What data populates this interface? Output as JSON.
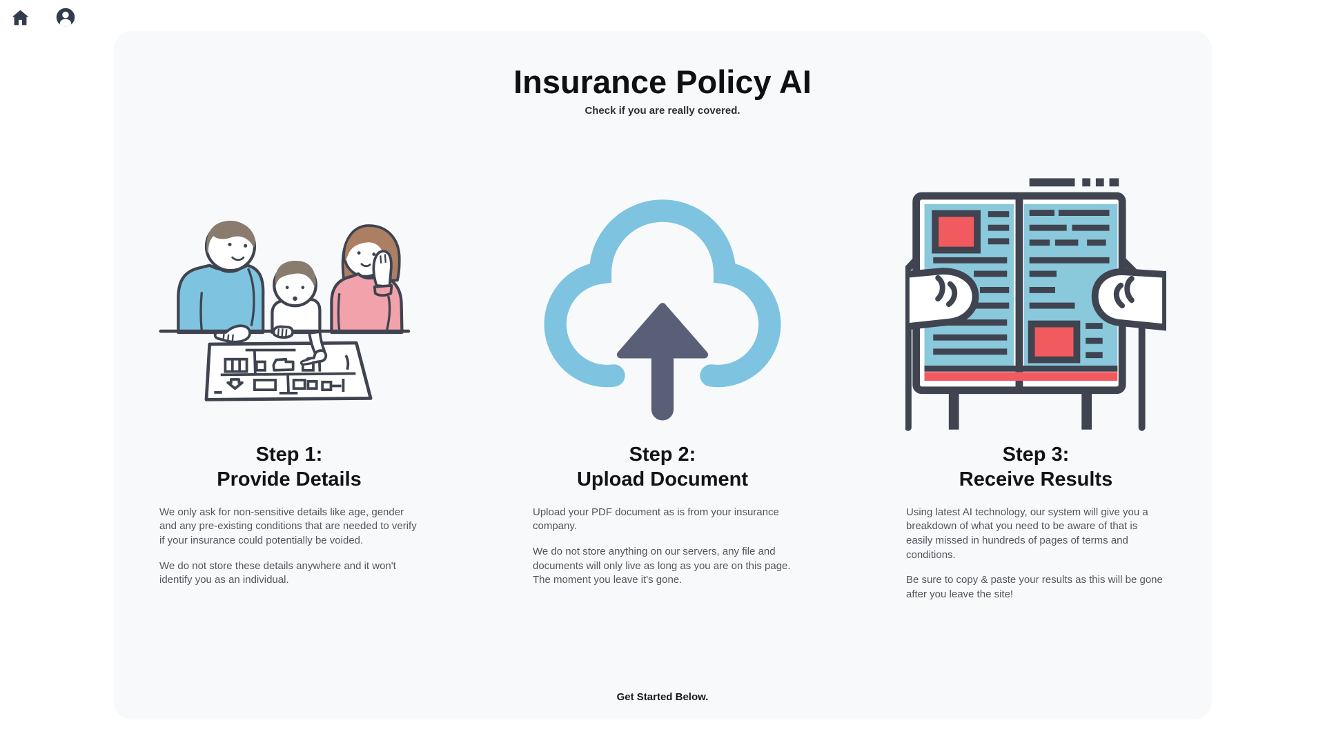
{
  "nav": {
    "home_icon": "home-icon",
    "account_icon": "account-circle-icon"
  },
  "hero": {
    "title": "Insurance Policy AI",
    "subtitle": "Check if you are really covered."
  },
  "steps": [
    {
      "heading_line1": "Step 1:",
      "heading_line2": "Provide Details",
      "illustration": "family-reviewing-document",
      "paragraphs": [
        "We only ask for non-sensitive details like age, gender and any pre-existing conditions that are needed to verify if your insurance could potentially be voided.",
        "We do not store these details anywhere and it won't identify you as an individual."
      ]
    },
    {
      "heading_line1": "Step 2:",
      "heading_line2": "Upload Document",
      "illustration": "cloud-upload",
      "paragraphs": [
        "Upload your PDF document as is from your insurance company.",
        "We do not store anything on our servers, any file and documents will only live as long as you are on this page. The moment you leave it's gone."
      ]
    },
    {
      "heading_line1": "Step 3:",
      "heading_line2": "Receive Results",
      "illustration": "reading-results-document",
      "paragraphs": [
        "Using latest AI technology, our system will give you a breakdown of what you need to be aware of that is easily missed in hundreds of pages of terms and conditions.",
        "Be sure to copy & paste your results as this will be gone after you leave the site!"
      ]
    }
  ],
  "footer": {
    "cta": "Get Started Below."
  },
  "colors": {
    "ink": "#3f4450",
    "navy": "#333c4e",
    "blue": "#7ec4e0",
    "pblue": "#8ac8dc",
    "pink": "#f2a2aa",
    "red": "#f15b5f",
    "slate": "#5a5f78",
    "hair": "#8a7b6f",
    "hair2": "#ac7f63",
    "card": "#f8f9fb",
    "head": "#121316",
    "body": "#53555e"
  }
}
